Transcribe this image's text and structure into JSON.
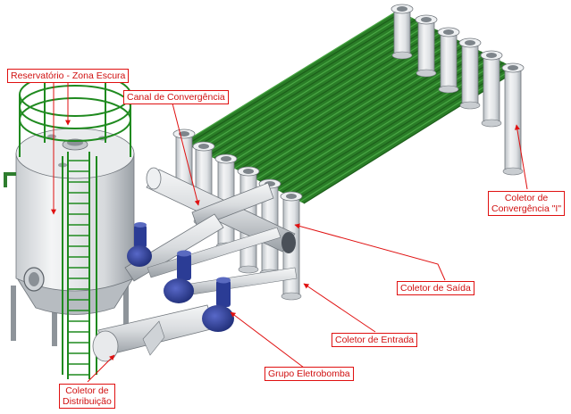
{
  "labels": {
    "reservatorio": "Reservatório - Zona Escura",
    "canal": "Canal de Convergência",
    "coletor_convergencia_line1": "Coletor de",
    "coletor_convergencia_line2": "Convergência \"I\"",
    "coletor_saida": "Coletor de Saída",
    "coletor_entrada": "Coletor de Entrada",
    "grupo_eletrobomba": "Grupo Eletrobomba",
    "coletor_distribuicao_line1": "Coletor de",
    "coletor_distribuicao_line2": "Distribuição"
  },
  "colors": {
    "tube_green": "#2f8a2a",
    "tube_dark": "#1b5e1b",
    "steel": "#d9dcdf",
    "steel_shade": "#9ea4aa",
    "pump_blue": "#2c3f9a",
    "ladder_green": "#1f8a1f",
    "label_red": "#e01010"
  }
}
